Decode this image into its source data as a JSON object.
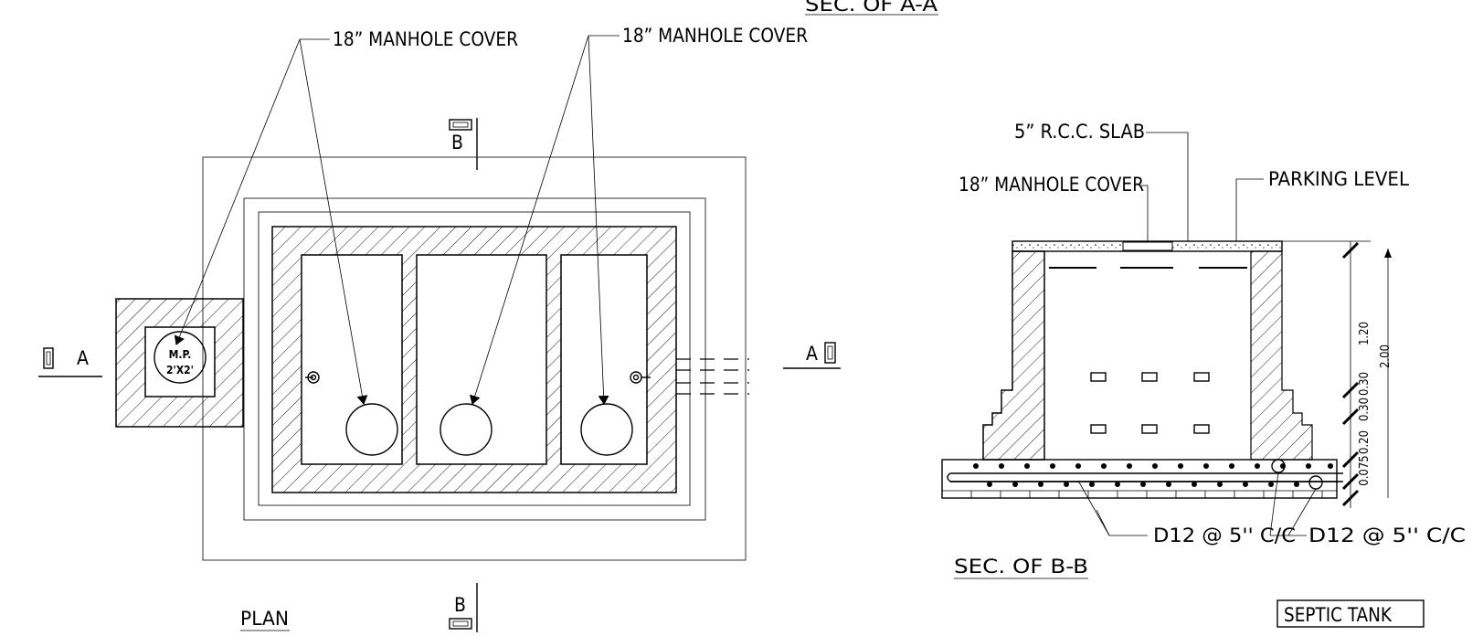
{
  "labels": {
    "sec_aa": "SEC. OF A-A",
    "manhole_cover_1": "18” MANHOLE COVER",
    "manhole_cover_2": "18” MANHOLE COVER",
    "manhole_cover_3": "18” MANHOLE COVER",
    "rcc_slab": "5” R.C.C. SLAB",
    "parking_level": "PARKING LEVEL",
    "mp_line1": "M.P.",
    "mp_line2": "2'X2'",
    "marker_a_left": "A",
    "marker_a_right": "A",
    "marker_b_top": "B",
    "marker_b_bottom": "B",
    "rebar_1": "D12 @   5'' C/C",
    "rebar_2": "D12 @   5'' C/C",
    "sec_bb": "SEC. OF B-B",
    "plan": "PLAN",
    "title_box": "SEPTIC TANK"
  },
  "dimensions": {
    "d1": "1.20",
    "d2": "2.00",
    "d3": "0.30",
    "d4": "0.30",
    "d5": "0.20",
    "d6": "0.075"
  }
}
